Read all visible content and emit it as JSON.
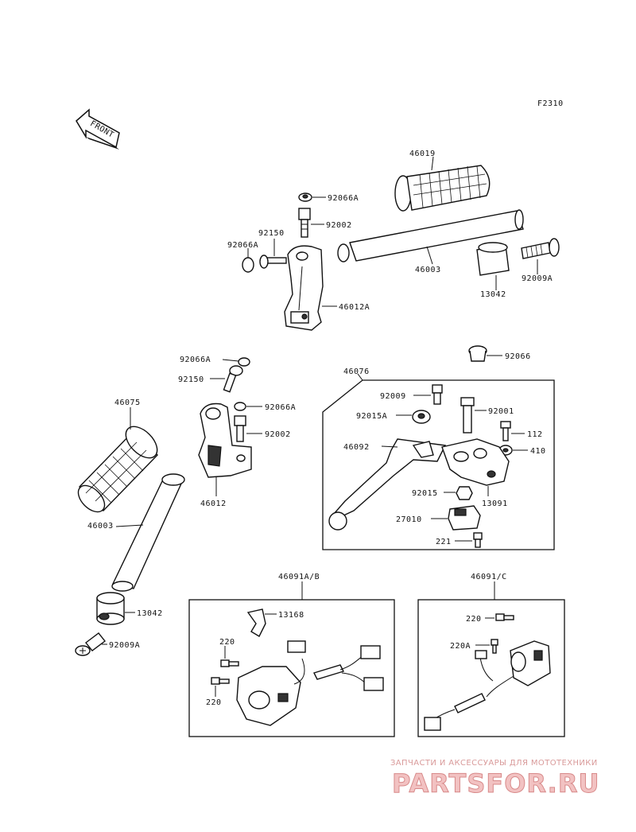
{
  "figure_code": "F2310",
  "front_label": "FRONT",
  "callouts": {
    "c46019": "46019",
    "c92066A_top": "92066A",
    "c92002_top": "92002",
    "c92150_top": "92150",
    "c92066A_left": "92066A",
    "c46003_top": "46003",
    "c13042_top": "13042",
    "c92009A_top": "92009A",
    "c46012A": "46012A",
    "c92066A_mid": "92066A",
    "c92150_mid": "92150",
    "c92066A_mid2": "92066A",
    "c92002_mid": "92002",
    "c46075": "46075",
    "c46012": "46012",
    "c46003_low": "46003",
    "c13042_low": "13042",
    "c92009A_low": "92009A",
    "c46076": "46076",
    "c92066": "92066",
    "c92009": "92009",
    "c92001": "92001",
    "c92015A": "92015A",
    "c112": "112",
    "c46092": "46092",
    "c410": "410",
    "c92015": "92015",
    "c13091": "13091",
    "c27010": "27010",
    "c221": "221",
    "c46091AB": "46091A/B",
    "c13168": "13168",
    "c220_ab1": "220",
    "c220_ab2": "220",
    "c46091C": "46091/C",
    "c220_c": "220",
    "c220A_c": "220A"
  },
  "watermark": {
    "line1": "ЗАПЧАСТИ И АКСЕССУАРЫ ДЛЯ МОТОТЕХНИКИ",
    "line2": "PARTSFOR.RU"
  },
  "icons": [
    "front-arrow-icon"
  ],
  "colors": {
    "ink": "#111111",
    "watermark": "#e8a8a8"
  }
}
